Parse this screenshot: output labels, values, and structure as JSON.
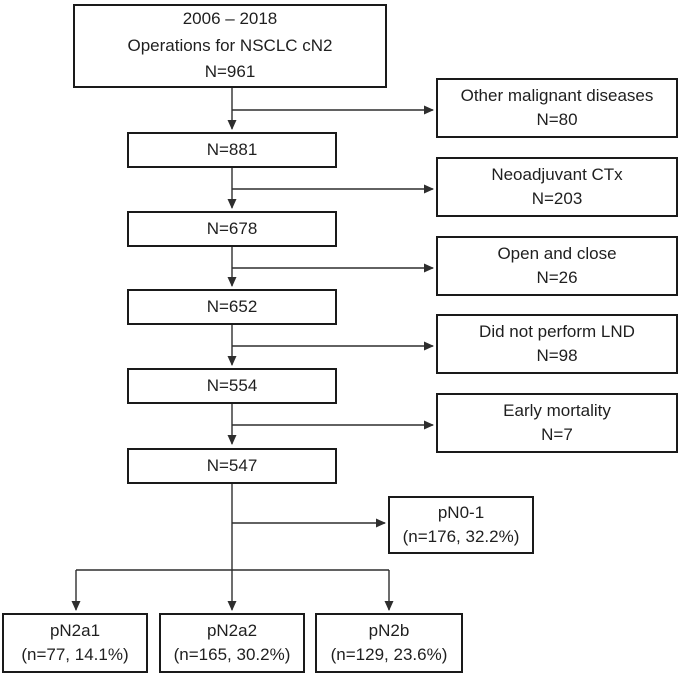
{
  "figure": {
    "type": "flowchart",
    "top_box": {
      "period": "2006 – 2018",
      "title": "Operations for NSCLC cN2",
      "count": "N=961"
    },
    "steps": [
      {
        "count": "N=881"
      },
      {
        "count": "N=678"
      },
      {
        "count": "N=652"
      },
      {
        "count": "N=554"
      },
      {
        "count": "N=547"
      }
    ],
    "exclusions": [
      {
        "label": "Other malignant diseases",
        "count": "N=80"
      },
      {
        "label": "Neoadjuvant CTx",
        "count": "N=203"
      },
      {
        "label": "Open and close",
        "count": "N=26"
      },
      {
        "label": "Did not perform LND",
        "count": "N=98"
      },
      {
        "label": "Early mortality",
        "count": "N=7"
      }
    ],
    "pn01_box": {
      "label": "pN0-1",
      "count": "(n=176, 32.2%)"
    },
    "outcomes": [
      {
        "label": "pN2a1",
        "count": "(n=77, 14.1%)"
      },
      {
        "label": "pN2a2",
        "count": "(n=165, 30.2%)"
      },
      {
        "label": "pN2b",
        "count": "(n=129, 23.6%)"
      }
    ],
    "colors": {
      "border": "#1a1a1a",
      "line": "#2e2e2e",
      "background": "#ffffff",
      "text": "#1f1f1f"
    }
  }
}
